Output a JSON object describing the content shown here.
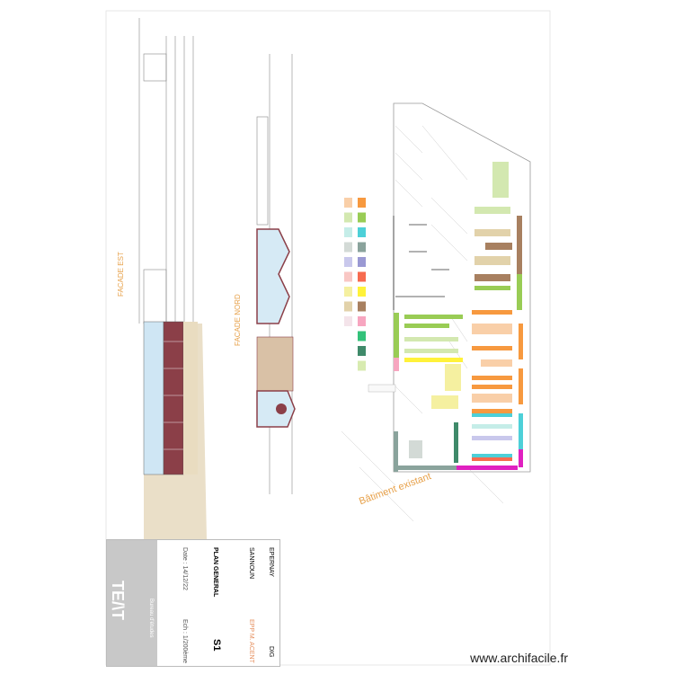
{
  "labels": {
    "elevation_left": "FACADE EST",
    "elevation_mid": "FACADE NORD",
    "existing_building": "Bâtiment existant"
  },
  "legend": {
    "colors_light": [
      "#f9cfa8",
      "#d3e8b0",
      "#c5ede8",
      "#d3dad6",
      "#c9c8ec",
      "#f9c7c4",
      "#f5f0a0",
      "#e2d2aa",
      "#f4e4ea"
    ],
    "colors_strong": [
      "#f7993f",
      "#99cc55",
      "#4dd0d8",
      "#8aa39c",
      "#9a99d3",
      "#f76b4f",
      "#fff23a",
      "#a88060",
      "#f7a6c0",
      "#33c27a",
      "#3f8a6a",
      "#d8ebb0"
    ]
  },
  "title_block": {
    "city": "EPERNAY",
    "project": "SANNOUN",
    "client": "EPP M. ACENT",
    "code": "DIG",
    "sheet_title": "PLAN GENERAL",
    "sheet_number": "S1",
    "date": "Date : 14/12/22",
    "scale": "Ech : 1/200ème",
    "logo": "TE/\\T",
    "office": "Bureau d'études"
  },
  "watermark": "www.archifacile.fr"
}
